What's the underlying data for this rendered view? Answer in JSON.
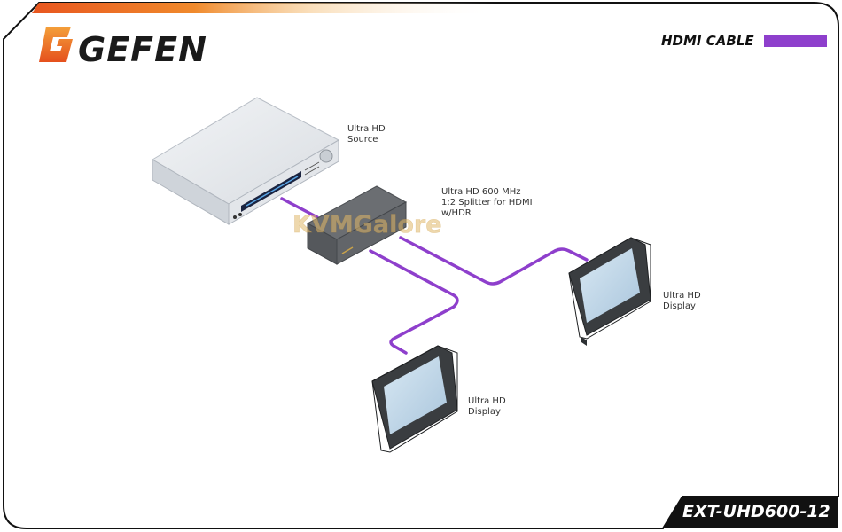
{
  "brand": {
    "name": "GEFEN"
  },
  "legend": {
    "label": "HDMI CABLE",
    "color": "#8e3fcc"
  },
  "model": "EXT-UHD600-12",
  "accent": {
    "orange": "#e8561f",
    "gold": "#f2a43a"
  },
  "devices": {
    "source": {
      "label_lines": [
        "Ultra HD",
        "Source"
      ],
      "icon": "blu-ray-player-icon"
    },
    "splitter": {
      "label_lines": [
        "Ultra HD 600 MHz",
        "1:2 Splitter for HDMI",
        "w/HDR"
      ],
      "icon": "hdmi-splitter-icon"
    },
    "display_right": {
      "label_lines": [
        "Ultra HD",
        "Display"
      ],
      "icon": "display-icon"
    },
    "display_bottom": {
      "label_lines": [
        "Ultra HD",
        "Display"
      ],
      "icon": "display-icon"
    }
  },
  "watermark": "KVMGalore"
}
